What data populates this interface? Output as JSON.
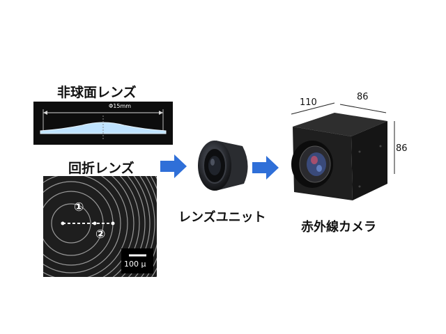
{
  "aspheric": {
    "label": "非球面レンズ",
    "diameter_label": "Φ15mm"
  },
  "diffractive": {
    "label": "回折レンズ",
    "marker_1": "①",
    "marker_2": "②",
    "scale_label": "100 μ"
  },
  "lens_unit": {
    "label": "レンズユニット"
  },
  "camera": {
    "label": "赤外線カメラ",
    "dim_width": "110",
    "dim_depth": "86",
    "dim_height": "86"
  },
  "colors": {
    "arrow": "#2f6fd8",
    "lens_blue": "#bfe3ff",
    "camera_body": "#1a1a1a"
  }
}
